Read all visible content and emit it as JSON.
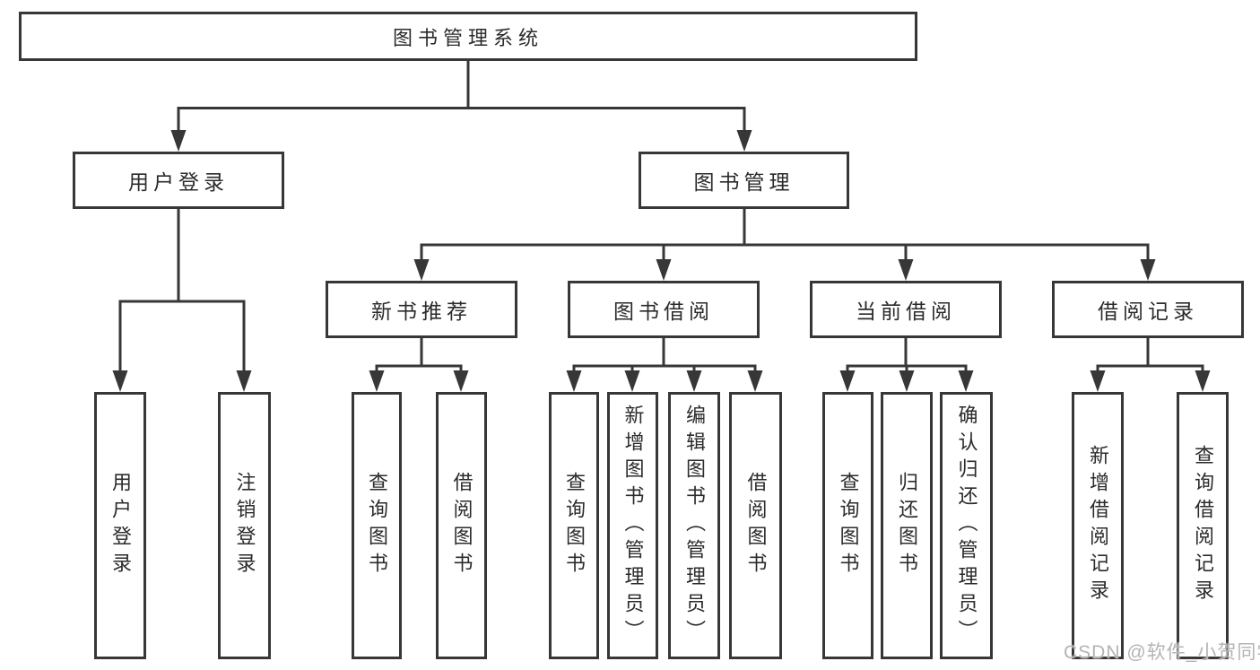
{
  "diagram": {
    "root": {
      "label": "图书管理系统"
    },
    "level2": [
      {
        "label": "用户登录"
      },
      {
        "label": "图书管理"
      }
    ],
    "level3": [
      {
        "label": "新书推荐"
      },
      {
        "label": "图书借阅"
      },
      {
        "label": "当前借阅"
      },
      {
        "label": "借阅记录"
      }
    ],
    "leaves": [
      {
        "label": "用户登录"
      },
      {
        "label": "注销登录"
      },
      {
        "label": "查询图书"
      },
      {
        "label": "借阅图书"
      },
      {
        "label": "查询图书"
      },
      {
        "label": "新增图书（管理员）"
      },
      {
        "label": "编辑图书（管理员）"
      },
      {
        "label": "借阅图书"
      },
      {
        "label": "查询图书"
      },
      {
        "label": "归还图书"
      },
      {
        "label": "确认归还（管理员）"
      },
      {
        "label": "新增借阅记录"
      },
      {
        "label": "查询借阅记录"
      }
    ]
  },
  "watermark": {
    "text": "CSDN @软件_小贺同学"
  },
  "colors": {
    "line": "#373737",
    "box_border": "#373737",
    "text": "#2b2b2b",
    "watermark": "#b4b4b4",
    "background": "#ffffff"
  }
}
